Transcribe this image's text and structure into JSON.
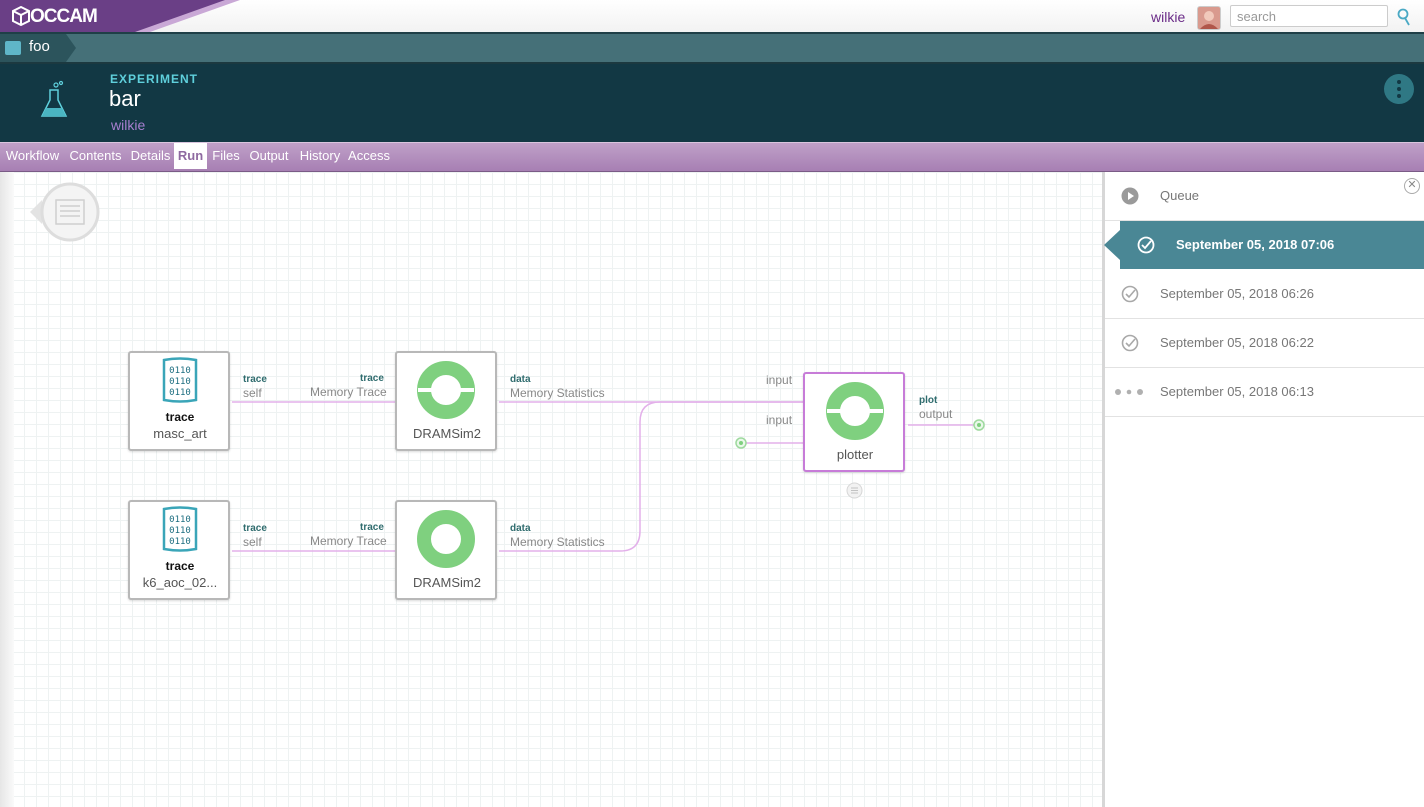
{
  "app": {
    "logo_text": "OCCAM"
  },
  "topbar": {
    "user_name": "wilkie",
    "search_placeholder": "search"
  },
  "breadcrumb": {
    "label": "foo"
  },
  "experiment": {
    "kind_label": "EXPERIMENT",
    "title": "bar",
    "owner": "wilkie"
  },
  "tabs": [
    {
      "label": "Workflow"
    },
    {
      "label": "Contents"
    },
    {
      "label": "Details"
    },
    {
      "label": "Run",
      "active": true
    },
    {
      "label": "Files"
    },
    {
      "label": "Output"
    },
    {
      "label": "History"
    },
    {
      "label": "Access"
    }
  ],
  "workflow": {
    "nodes": [
      {
        "type": "trace",
        "name": "masc_art",
        "icon_text": [
          "0110",
          "0110",
          "0110"
        ]
      },
      {
        "type": "trace",
        "name": "k6_aoc_02...",
        "icon_text": [
          "0110",
          "0110",
          "0110"
        ]
      },
      {
        "name": "DRAMSim2"
      },
      {
        "name": "DRAMSim2"
      },
      {
        "name": "plotter"
      }
    ],
    "ports": {
      "trace_out_1": {
        "title": "trace",
        "name": "self"
      },
      "trace_out_2": {
        "title": "trace",
        "name": "self"
      },
      "dram_in_1": {
        "title": "trace",
        "name": "Memory Trace"
      },
      "dram_in_2": {
        "title": "trace",
        "name": "Memory Trace"
      },
      "dram_out_1": {
        "title": "data",
        "name": "Memory Statistics"
      },
      "dram_out_2": {
        "title": "data",
        "name": "Memory Statistics"
      },
      "plot_in_1": {
        "name": "input"
      },
      "plot_in_2": {
        "name": "input"
      },
      "plot_out": {
        "title": "plot",
        "name": "output"
      }
    }
  },
  "runs": {
    "queue_label": "Queue",
    "items": [
      {
        "label": "September 05, 2018 07:06",
        "status": "complete",
        "active": true
      },
      {
        "label": "September 05, 2018 06:26",
        "status": "complete"
      },
      {
        "label": "September 05, 2018 06:22",
        "status": "complete"
      },
      {
        "label": "September 05, 2018 06:13",
        "status": "running"
      }
    ]
  },
  "colors": {
    "accent_teal": "#4a8795",
    "header_bg": "#123844",
    "tab_purple": "#a77fb3",
    "node_green": "#7fd07f",
    "wire_pink": "#dfa6e6"
  }
}
